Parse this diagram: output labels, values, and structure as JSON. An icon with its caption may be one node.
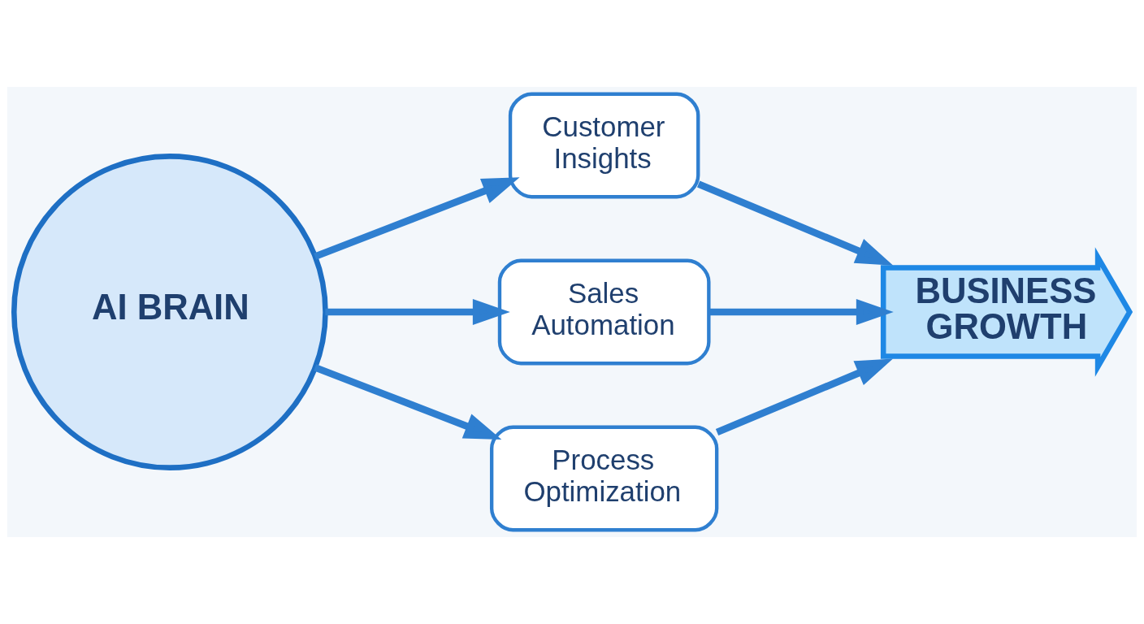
{
  "diagram": {
    "nodes": [
      {
        "text": [
          "AI BRAIN"
        ]
      },
      {
        "text": [
          "Customer Insights"
        ]
      },
      {
        "text": [
          "Sales Automation"
        ]
      },
      {
        "text": [
          "Process Optimization"
        ]
      },
      {
        "text": [
          "BUSINESS GROWTH"
        ]
      }
    ],
    "edges": [
      {
        "from": 0,
        "to": 1,
        "arrow": "to"
      },
      {
        "from": 0,
        "to": 2,
        "arrow": "to"
      },
      {
        "from": 0,
        "to": 3,
        "arrow": "to"
      },
      {
        "from": 1,
        "to": 4,
        "arrow": "to"
      },
      {
        "from": 2,
        "to": 4,
        "arrow": "to"
      },
      {
        "from": 3,
        "to": 4,
        "arrow": "to"
      }
    ]
  }
}
